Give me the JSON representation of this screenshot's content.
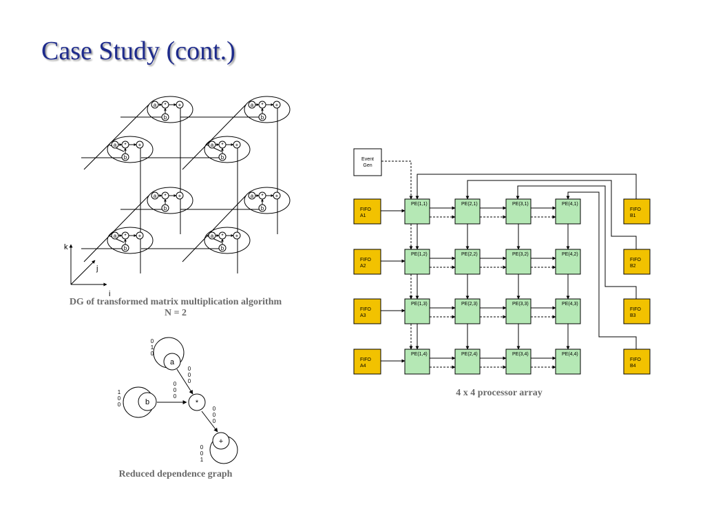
{
  "slide": {
    "title": "Case Study (cont.)",
    "captions": {
      "dg_line1": "DG of transformed matrix multiplication algorithm",
      "dg_line2": "N = 2",
      "rdg": "Reduced dependence graph",
      "array": "4 x 4 processor array"
    }
  },
  "dg": {
    "node_labels": {
      "a": "a",
      "mul": "*",
      "add": "+",
      "b": "b"
    },
    "axes": {
      "k": "k",
      "j": "j",
      "i": "i"
    }
  },
  "rdg": {
    "nodes": {
      "a": "a",
      "b": "b",
      "mul": "*",
      "add": "+"
    },
    "vectors": {
      "a_self": [
        "0",
        "1",
        "0"
      ],
      "a_to_mul": [
        "0",
        "0",
        "0"
      ],
      "b_to_mul": [
        "0",
        "0",
        "0"
      ],
      "b_self": [
        "1",
        "0",
        "0"
      ],
      "mul_to_add": [
        "0",
        "0",
        "0"
      ],
      "add_self": [
        "0",
        "0",
        "1"
      ]
    }
  },
  "array": {
    "event_gen": [
      "Event",
      "Gen"
    ],
    "fifo_a": [
      [
        "FIFO",
        "A1"
      ],
      [
        "FIFO",
        "A2"
      ],
      [
        "FIFO",
        "A3"
      ],
      [
        "FIFO",
        "A4"
      ]
    ],
    "fifo_b": [
      [
        "FIFO",
        "B1"
      ],
      [
        "FIFO",
        "B2"
      ],
      [
        "FIFO",
        "B3"
      ],
      [
        "FIFO",
        "B4"
      ]
    ],
    "pe_rows": [
      [
        "PE(1,1)",
        "PE(2,1)",
        "PE(3,1)",
        "PE(4,1)"
      ],
      [
        "PE(1,2)",
        "PE(2,2)",
        "PE(3,2)",
        "PE(4,2)"
      ],
      [
        "PE(1,3)",
        "PE(2,3)",
        "PE(3,3)",
        "PE(4,3)"
      ],
      [
        "PE(1,4)",
        "PE(2,4)",
        "PE(3,4)",
        "PE(4,4)"
      ]
    ],
    "colors": {
      "pe_fill": "#b5e8b5",
      "fifo_fill": "#f2c200",
      "event_fill": "#ffffff"
    }
  }
}
